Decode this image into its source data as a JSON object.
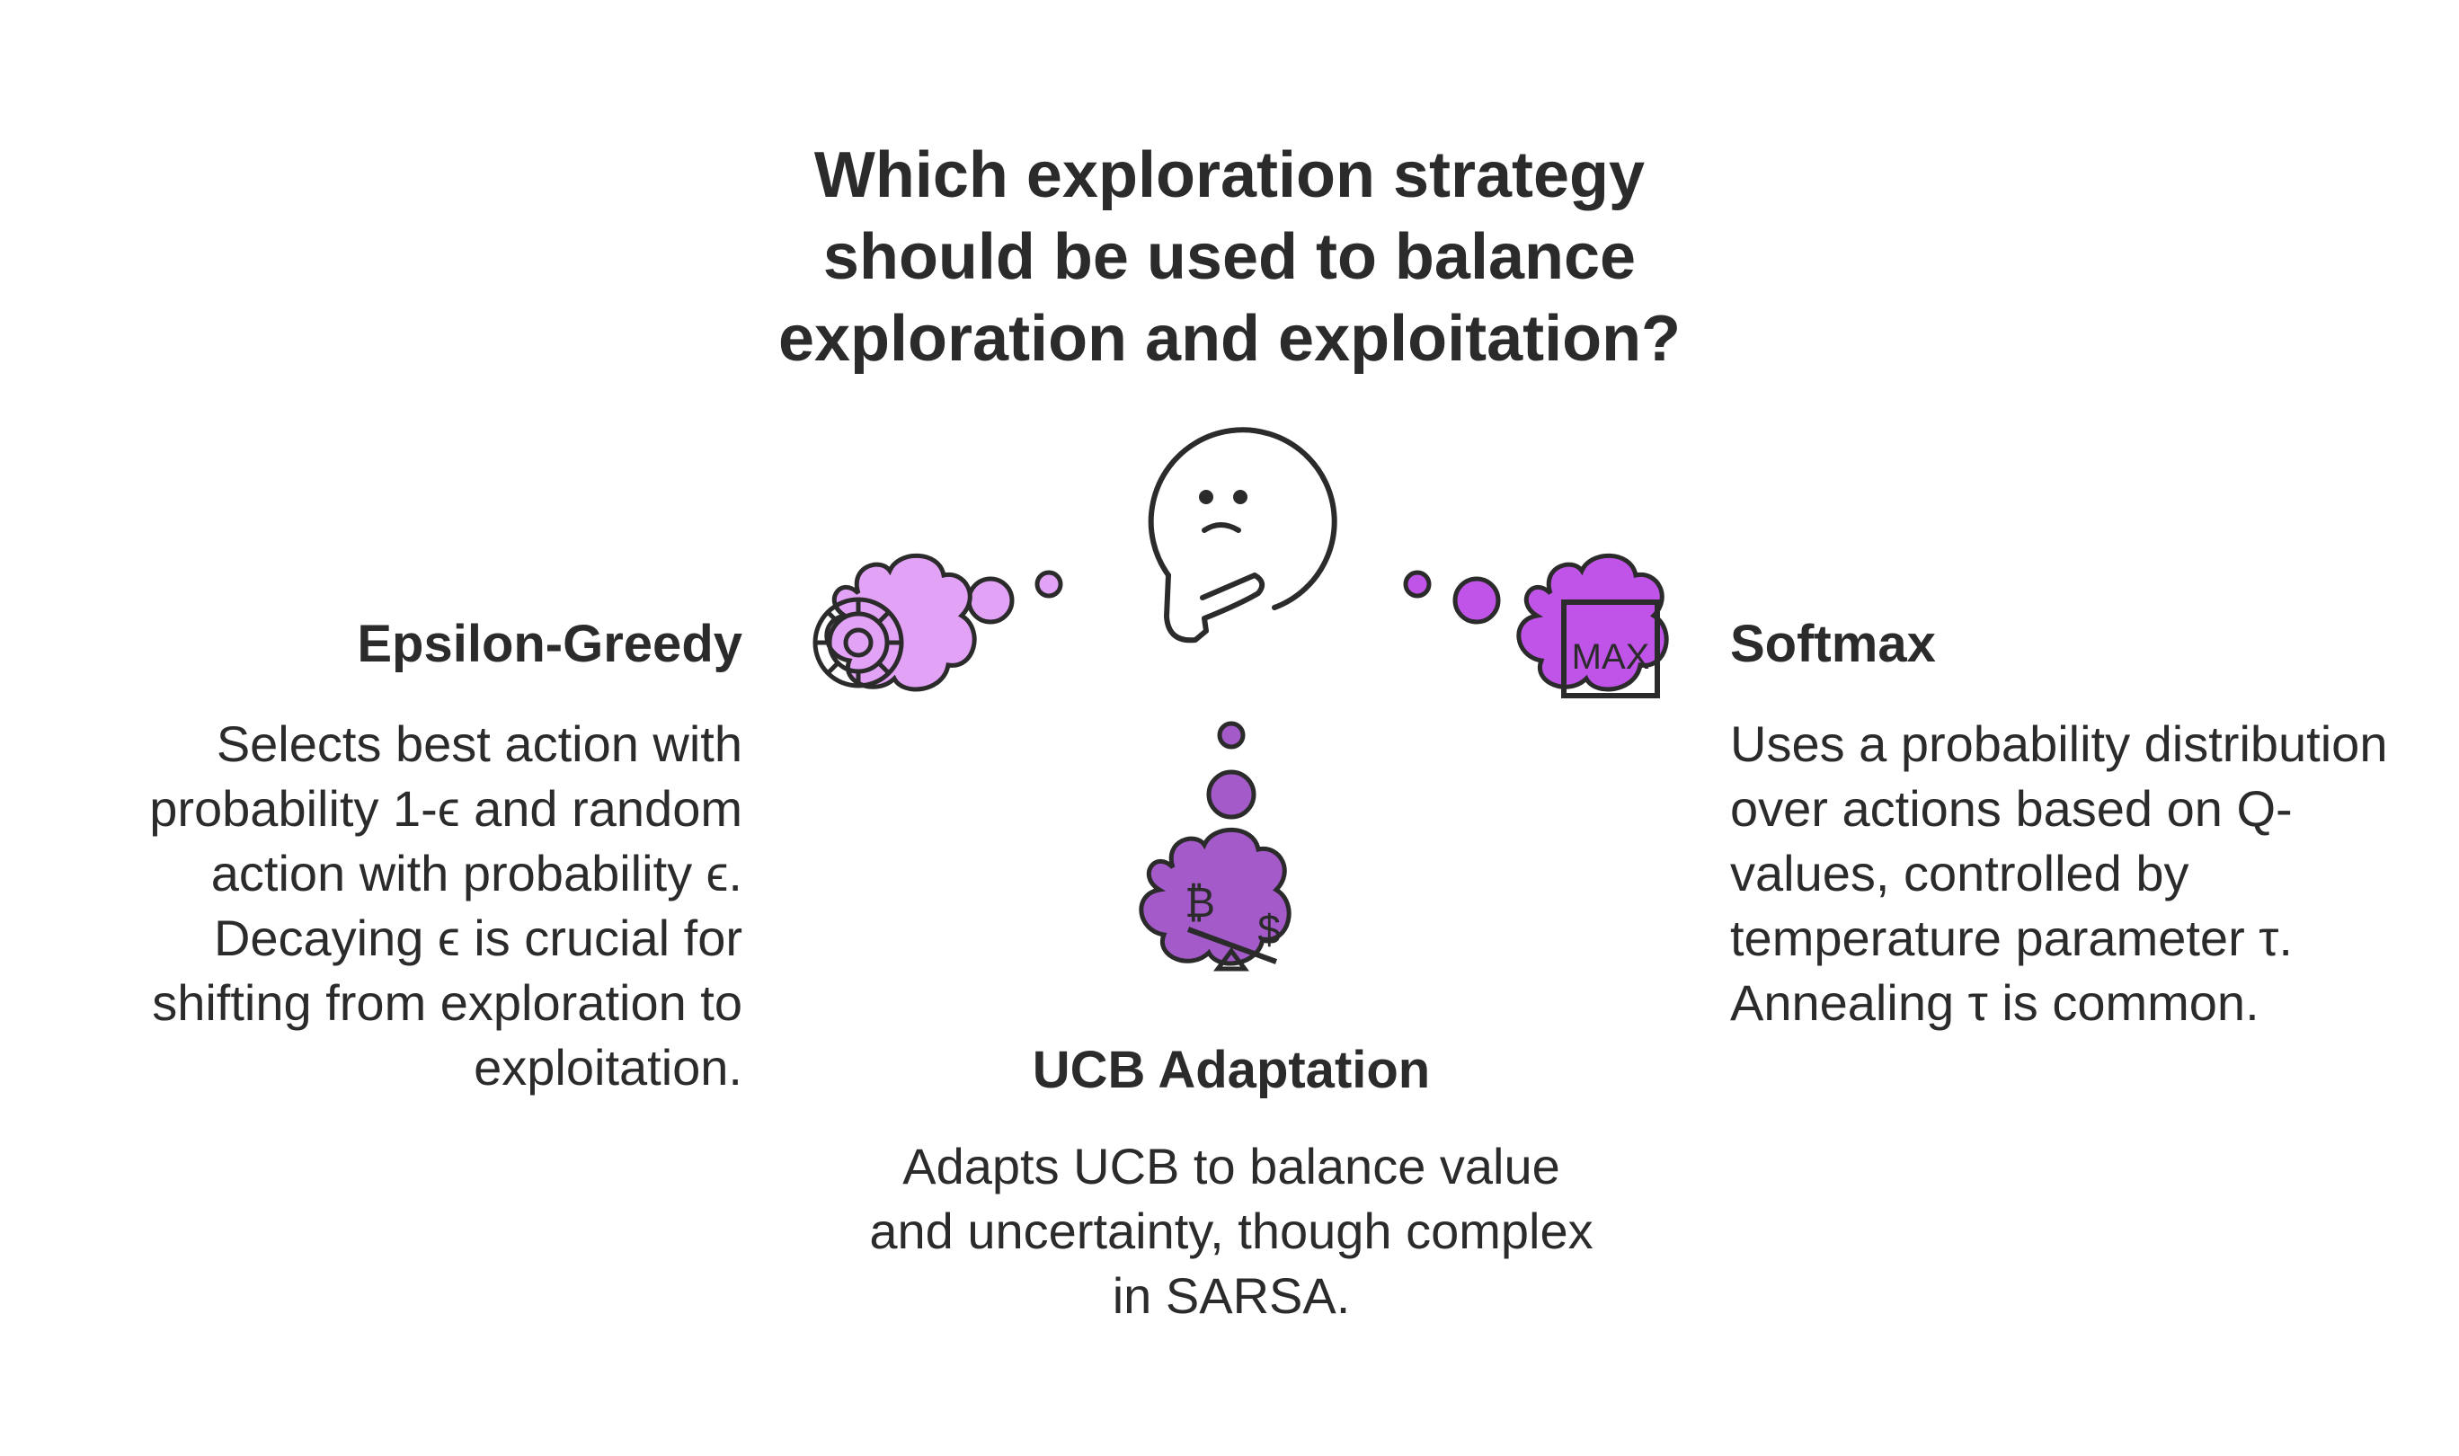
{
  "title": "Which exploration strategy should be used to balance exploration and exploitation?",
  "options": [
    {
      "heading": "Epsilon-Greedy",
      "description": "Selects best action with probability 1-ϵ and random action with probability ϵ. Decaying ϵ is crucial for shifting from exploration to exploitation.",
      "icon": "roulette-wheel-icon",
      "color": "#e2a3f7"
    },
    {
      "heading": "Softmax",
      "description": "Uses a probability distribution over actions based on Q-values, controlled by temperature parameter τ. Annealing τ is common.",
      "icon": "max-box-icon",
      "icon_text": "MAX",
      "color": "#c054e8"
    },
    {
      "heading": "UCB Adaptation",
      "description": "Adapts UCB to balance value and uncertainty, though complex in SARSA.",
      "icon": "balance-scale-currency-icon",
      "icon_text_left": "₿",
      "icon_text_right": "$",
      "color": "#a45bc9"
    }
  ],
  "center_icon": "thinking-face-icon"
}
